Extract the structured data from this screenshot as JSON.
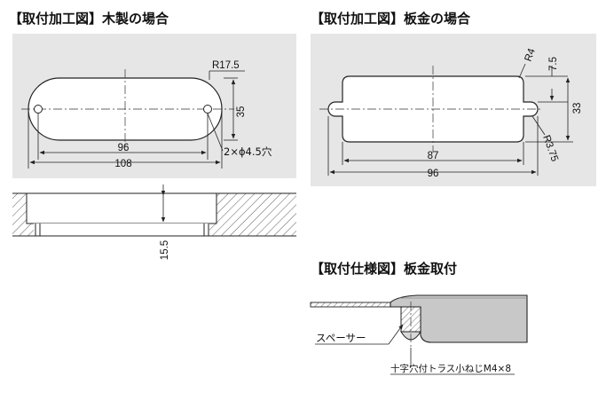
{
  "titles": {
    "wood": "【取付加工図】木製の場合",
    "sheet": "【取付加工図】板金の場合",
    "mount": "【取付仕様図】板金取付"
  },
  "wood": {
    "radius": "R17.5",
    "height": "35",
    "hole_pitch": "96",
    "overall_length": "108",
    "hole_spec": "2×ϕ4.5穴",
    "depth": "15.5"
  },
  "sheet": {
    "corner_radius": "R4",
    "tab_offset": "7.5",
    "height": "33",
    "tab_radius": "R3.75",
    "inner_length": "87",
    "overall_length": "96"
  },
  "mount": {
    "spacer": "スペーサー",
    "screw": "十字穴付トラス小ねじM4×8"
  },
  "colors": {
    "panel_bg": "#e6e6e6",
    "part_fill": "#ffffff",
    "handle_fill": "#c8c8c8",
    "line": "#222222"
  }
}
